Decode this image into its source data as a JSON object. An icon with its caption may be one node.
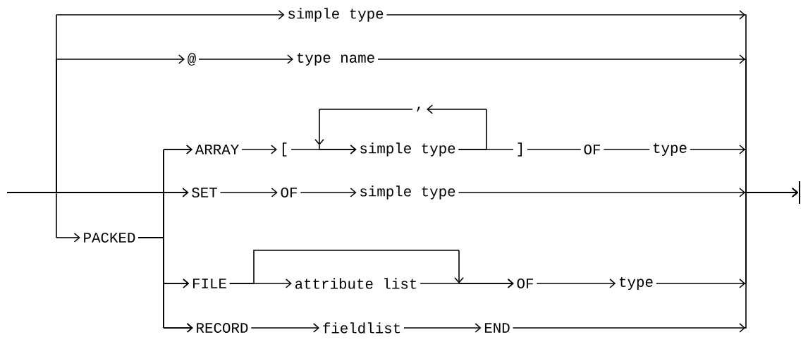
{
  "diagram": {
    "nodes": [
      {
        "text": [
          "simple type"
        ]
      },
      {
        "text": [
          "@"
        ]
      },
      {
        "text": [
          "type name"
        ]
      },
      {
        "text": [
          "ARRAY"
        ]
      },
      {
        "text": [
          "["
        ]
      },
      {
        "text": [
          "simple type"
        ]
      },
      {
        "text": [
          ","
        ]
      },
      {
        "text": [
          "]"
        ]
      },
      {
        "text": [
          "OF"
        ]
      },
      {
        "text": [
          "type"
        ]
      },
      {
        "text": [
          "SET"
        ]
      },
      {
        "text": [
          "OF"
        ]
      },
      {
        "text": [
          "simple type"
        ]
      },
      {
        "text": [
          "PACKED"
        ]
      },
      {
        "text": [
          "FILE"
        ]
      },
      {
        "text": [
          "attribute list"
        ]
      },
      {
        "text": [
          "OF"
        ]
      },
      {
        "text": [
          "type"
        ]
      },
      {
        "text": [
          "RECORD"
        ]
      },
      {
        "text": [
          "fieldlist"
        ]
      },
      {
        "text": [
          "END"
        ]
      },
      {
        "text": [],
        "shape": "bar"
      }
    ],
    "edges": [
      {
        "from": null,
        "to": 0,
        "arrow": "to"
      },
      {
        "from": null,
        "to": 1,
        "arrow": "to"
      },
      {
        "from": null,
        "to": 13,
        "arrow": "to"
      },
      {
        "from": null,
        "to": 3,
        "arrow": "to"
      },
      {
        "from": null,
        "to": 10,
        "arrow": "to"
      },
      {
        "from": null,
        "to": 14,
        "arrow": "to"
      },
      {
        "from": null,
        "to": 18,
        "arrow": "to"
      },
      {
        "from": 13,
        "to": 3,
        "arrow": "to"
      },
      {
        "from": 13,
        "to": 10,
        "arrow": "to"
      },
      {
        "from": 13,
        "to": 14,
        "arrow": "to"
      },
      {
        "from": 13,
        "to": 18,
        "arrow": "to"
      },
      {
        "from": 1,
        "to": 2,
        "arrow": "to"
      },
      {
        "from": 3,
        "to": 4,
        "arrow": "to"
      },
      {
        "from": 4,
        "to": 5,
        "arrow": "to"
      },
      {
        "from": 5,
        "to": 7,
        "arrow": "none"
      },
      {
        "from": 5,
        "to": 6,
        "arrow": "to"
      },
      {
        "from": 6,
        "to": 5,
        "arrow": "to"
      },
      {
        "from": 7,
        "to": 8,
        "arrow": "none"
      },
      {
        "from": 8,
        "to": 9,
        "arrow": "none"
      },
      {
        "from": 10,
        "to": 11,
        "arrow": "to"
      },
      {
        "from": 11,
        "to": 12,
        "arrow": "to"
      },
      {
        "from": 14,
        "to": 15,
        "arrow": "to"
      },
      {
        "from": 14,
        "to": 16,
        "arrow": "to"
      },
      {
        "from": 15,
        "to": 16,
        "arrow": "to"
      },
      {
        "from": 16,
        "to": 17,
        "arrow": "to"
      },
      {
        "from": 18,
        "to": 19,
        "arrow": "to"
      },
      {
        "from": 19,
        "to": 20,
        "arrow": "to"
      },
      {
        "from": 0,
        "to": 21,
        "arrow": "to"
      },
      {
        "from": 2,
        "to": 21,
        "arrow": "to"
      },
      {
        "from": 9,
        "to": 21,
        "arrow": "to"
      },
      {
        "from": 12,
        "to": 21,
        "arrow": "to"
      },
      {
        "from": 17,
        "to": 21,
        "arrow": "to"
      },
      {
        "from": 20,
        "to": 21,
        "arrow": "to"
      }
    ]
  }
}
